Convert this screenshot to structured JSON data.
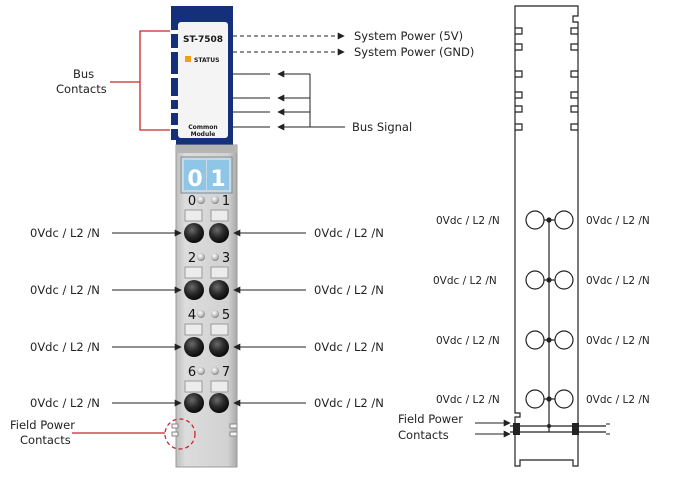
{
  "module": {
    "model": "ST-7508",
    "status_label": "STATUS",
    "footer_line1": "Common",
    "footer_line2": "Module",
    "led_digit_left": "0",
    "led_digit_right": "1",
    "channel_numbers": [
      "0",
      "1",
      "2",
      "3",
      "4",
      "5",
      "6",
      "7"
    ]
  },
  "labels": {
    "system_power_5v": "System Power (5V)",
    "system_power_gnd": "System Power (GND)",
    "bus_contacts_line1": "Bus",
    "bus_contacts_line2": "Contacts",
    "bus_signal": "Bus Signal",
    "field_power_line1": "Field Power",
    "field_power_line2": "Contacts",
    "schematic_field_power_line1": "Field Power",
    "schematic_field_power_line2": "Contacts"
  },
  "left_terminal_labels": [
    "0Vdc / L2 /N",
    "0Vdc / L2 /N",
    "0Vdc / L2 /N",
    "0Vdc / L2 /N"
  ],
  "right_terminal_labels": [
    "0Vdc / L2 /N",
    "0Vdc / L2 /N",
    "0Vdc / L2 /N",
    "0Vdc / L2 /N"
  ],
  "schematic_left_labels": [
    "0Vdc / L2 /N",
    "0Vdc / L2 /N",
    "0Vdc / L2 /N",
    "0Vdc / L2 /N"
  ],
  "schematic_right_labels": [
    "0Vdc / L2 /N",
    "0Vdc / L2 /N",
    "0Vdc / L2 /N",
    "0Vdc / L2 /N"
  ],
  "colors": {
    "module_navy": "#14307a",
    "module_body": "#d4d4d4",
    "led_blue": "#8fc6e6",
    "status_orange": "#f0a020",
    "callout_red": "#c8282e",
    "line": "#222222"
  }
}
